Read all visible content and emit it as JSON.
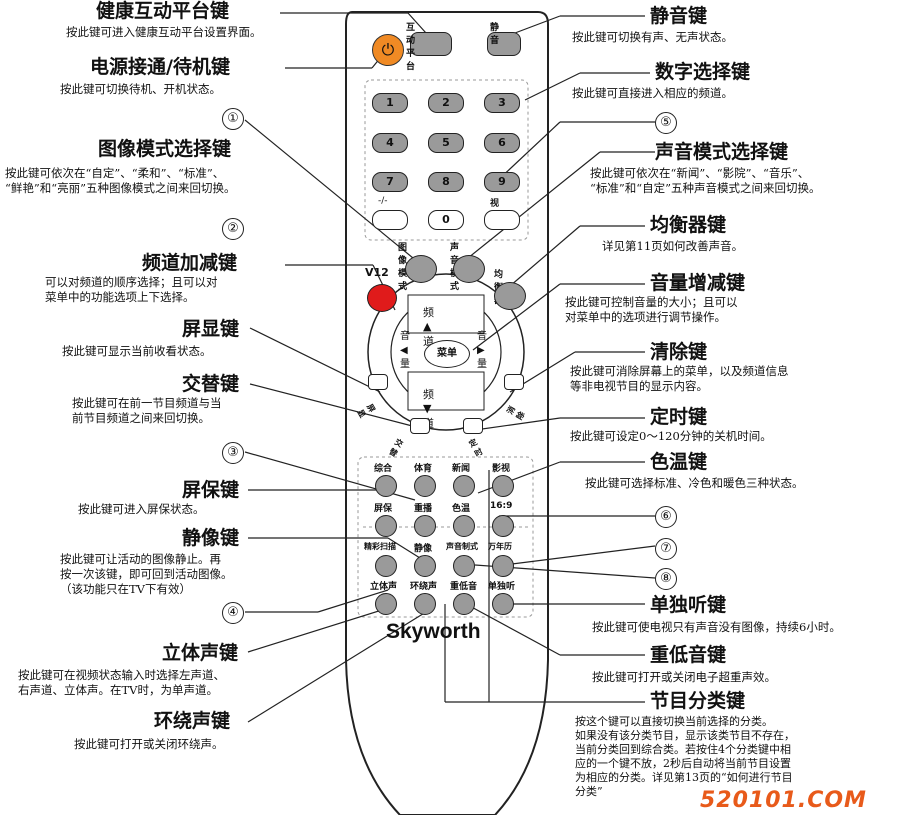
{
  "keys": {
    "interactive": {
      "title": "健康互动平台键",
      "desc": "按此键可进入健康互动平台设置界面。"
    },
    "power": {
      "title": "电源接通/待机键",
      "desc": "按此键可切换待机、开机状态。"
    },
    "picture_mode": {
      "title": "图像模式选择键",
      "desc": "按此键可依次在“自定”、“柔和”、“标准”、\n“鲜艳”和“亮丽”五种图像模式之间来回切换。"
    },
    "channel": {
      "title": "频道加减键",
      "desc": "可以对频道的顺序选择；且可以对\n菜单中的功能选项上下选择。"
    },
    "display": {
      "title": "屏显键",
      "desc": "按此键可显示当前收看状态。"
    },
    "swap": {
      "title": "交替键",
      "desc": "按此键可在前一节目频道与当\n前节目频道之间来回切换。"
    },
    "screensaver": {
      "title": "屏保键",
      "desc": "按此键可进入屏保状态。"
    },
    "freeze": {
      "title": "静像键",
      "desc": "按此键可让活动的图像静止。再\n按一次该键，即可回到活动图像。\n（该功能只在TV下有效）"
    },
    "stereo": {
      "title": "立体声键",
      "desc": "按此键可在视频状态输入时选择左声道、\n右声道、立体声。在TV时，为单声道。"
    },
    "surround": {
      "title": "环绕声键",
      "desc": "按此键可打开或关闭环绕声。"
    },
    "mute": {
      "title": "静音键",
      "desc": "按此键可切换有声、无声状态。"
    },
    "number": {
      "title": "数字选择键",
      "desc": "按此键可直接进入相应的频道。"
    },
    "sound_mode": {
      "title": "声音模式选择键",
      "desc": "按此键可依次在“新闻”、“影院”、“音乐”、\n“标准”和“自定”五种声音模式之间来回切换。"
    },
    "equalizer": {
      "title": "均衡器键",
      "desc": "详见第11页如何改善声音。"
    },
    "volume": {
      "title": "音量增减键",
      "desc": "按此键可控制音量的大小；且可以\n对菜单中的选项进行调节操作。"
    },
    "clear": {
      "title": "清除键",
      "desc": "按此键可消除屏幕上的菜单，以及频道信息\n等非电视节目的显示内容。"
    },
    "timer": {
      "title": "定时键",
      "desc": "按此键可设定0～120分钟的关机时间。"
    },
    "color_temp": {
      "title": "色温键",
      "desc": "按此键可选择标准、冷色和暖色三种状态。"
    },
    "solo_listen": {
      "title": "单独听键",
      "desc": "按此键可使电视只有声音没有图像，持续6小时。"
    },
    "bass": {
      "title": "重低音键",
      "desc": "按此键可打开或关闭电子超重声效。"
    },
    "category": {
      "title": "节目分类键",
      "desc": "按这个键可以直接切换当前选择的分类。\n如果没有该分类节目，显示该类节目不存在，\n当前分类回到综合类。若按住4个分类键中相\n应的一个键不放，2秒后自动将当前节目设置\n为相应的分类。详见第13页的“如何进行节目\n分类”"
    }
  },
  "callout_numbers": [
    "①",
    "②",
    "③",
    "④",
    "⑤",
    "⑥",
    "⑦",
    "⑧"
  ],
  "remote": {
    "top_buttons": {
      "interactive": "互动平台",
      "mute": "静音"
    },
    "digits": [
      "1",
      "2",
      "3",
      "4",
      "5",
      "6",
      "7",
      "8",
      "9",
      "0"
    ],
    "dash": "-/--",
    "av": "视频",
    "picture_mode": "图像模式",
    "sound_mode": "声音模式",
    "v12": "V12",
    "equalizer": "均衡器",
    "dpad": {
      "up": "频▲道",
      "down": "频▼道",
      "left": "音◀量",
      "right": "音▶量",
      "center": "菜单"
    },
    "display_lbl": "屏显",
    "clear_lbl": "消除",
    "swap_lbl": "交替",
    "timer_lbl": "定时",
    "row1": [
      "综合",
      "体育",
      "新闻",
      "影视"
    ],
    "row2": [
      "屏保",
      "重播",
      "色温",
      "16:9"
    ],
    "row3": [
      "精彩扫描",
      "静像",
      "声音制式",
      "万年历"
    ],
    "row4": [
      "立体声",
      "环绕声",
      "重低音",
      "单独听"
    ],
    "brand": "Skyworth"
  },
  "watermark": "520101.COM",
  "colors": {
    "power": "#f08a24",
    "v12": "#e01b1b",
    "button": "#9a9a9a",
    "body": "#ffffff"
  }
}
